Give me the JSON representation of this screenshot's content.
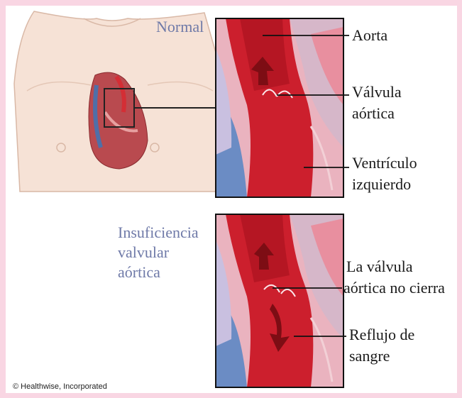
{
  "title_normal": "Normal",
  "title_condition": [
    "Insuficiencia",
    "valvular",
    "aórtica"
  ],
  "labels": {
    "aorta": "Aorta",
    "valve": [
      "Válvula",
      "aórtica"
    ],
    "ventricle": [
      "Ventrículo",
      "izquierdo"
    ],
    "valve_not_closing": [
      "La válvula",
      "aórtica no cierra"
    ],
    "backflow": [
      "Reflujo de",
      "sangre"
    ]
  },
  "credit": "© Healthwise, Incorporated",
  "colors": {
    "page_border": "#f9d6e3",
    "label_blue": "#6f7aa8",
    "aorta_red": "#c8202a",
    "vein_blue": "#5d7fb8",
    "skin": "#f6e2d6"
  }
}
